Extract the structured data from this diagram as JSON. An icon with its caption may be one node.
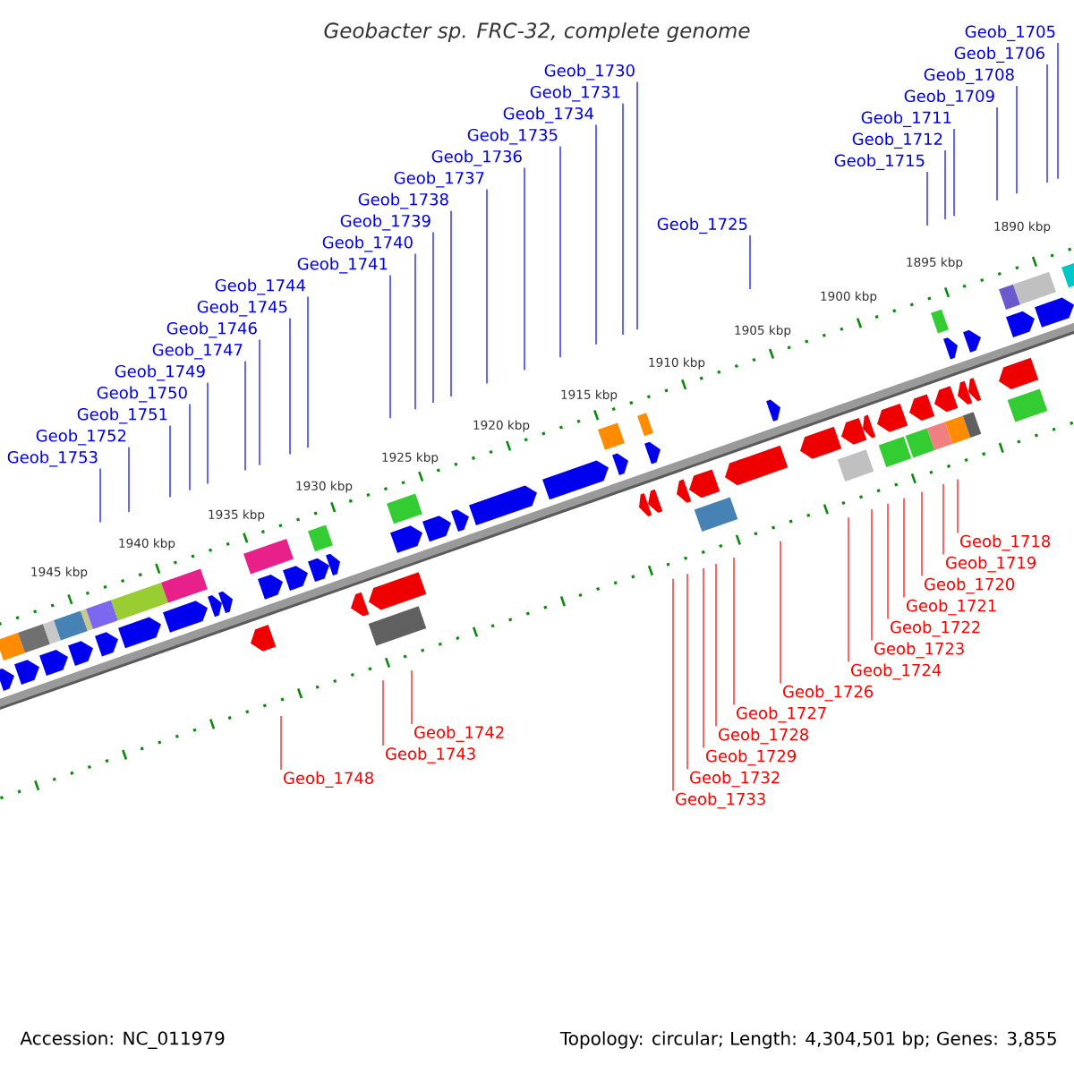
{
  "diagram": {
    "title": "Geobacter sp. FRC-32, complete genome",
    "nodes": [
      {
        "text": [
          "Geob_1709"
        ]
      },
      {
        "text": [
          "Geob_1706"
        ]
      },
      {
        "text": [
          "Geob_1705"
        ]
      },
      {
        "text": [
          "Geob_1708"
        ]
      },
      {
        "text": [
          "Geob_1711"
        ]
      },
      {
        "text": [
          "Geob_1712"
        ]
      },
      {
        "text": [
          "Geob_1715"
        ]
      },
      {
        "text": [
          "Geob_1735"
        ]
      },
      {
        "text": [
          "Geob_1725"
        ]
      },
      {
        "text": [
          "Geob_1731"
        ]
      },
      {
        "text": [
          "Geob_1740"
        ]
      },
      {
        "text": [
          "Geob_1730"
        ]
      },
      {
        "text": [
          "Geob_1737"
        ]
      },
      {
        "text": [
          "Geob_1747"
        ]
      },
      {
        "text": [
          "Geob_1734"
        ]
      },
      {
        "text": [
          "Geob_1739"
        ]
      },
      {
        "text": [
          "Geob_1736"
        ]
      },
      {
        "text": [
          "Geob_1746"
        ]
      },
      {
        "text": [
          "Geob_1738"
        ]
      },
      {
        "text": [
          "Geob_1752"
        ]
      },
      {
        "text": [
          "Geob_1744"
        ]
      },
      {
        "text": [
          "Geob_1749"
        ]
      },
      {
        "text": [
          "Geob_1741"
        ]
      },
      {
        "text": [
          "Geob_1745"
        ]
      },
      {
        "text": [
          "Geob_1751"
        ]
      },
      {
        "text": [
          "Geob_1750"
        ]
      },
      {
        "text": [
          "Geob_1753"
        ]
      },
      {
        "text": [
          "Geob_1724"
        ]
      },
      {
        "text": [
          "Geob_1718"
        ]
      },
      {
        "text": [
          "Geob_1719"
        ]
      },
      {
        "text": [
          "Geob_1728"
        ]
      },
      {
        "text": [
          "Geob_1720"
        ]
      },
      {
        "text": [
          "Geob_1726"
        ]
      },
      {
        "text": [
          "Geob_1729"
        ]
      },
      {
        "text": [
          "Geob_1721"
        ]
      },
      {
        "text": [
          "Geob_1732"
        ]
      },
      {
        "text": [
          "Geob_1727"
        ]
      },
      {
        "text": [
          "Geob_1733"
        ]
      },
      {
        "text": [
          "Geob_1722"
        ]
      },
      {
        "text": [
          "Geob_1742"
        ]
      },
      {
        "text": [
          "Geob_1723"
        ]
      },
      {
        "text": [
          "Geob_1743"
        ]
      },
      {
        "text": [
          "Geob_1748"
        ]
      }
    ],
    "edges": [
      {
        "from": 0,
        "to": null,
        "arrow": "none"
      },
      {
        "from": 1,
        "to": null,
        "arrow": "none"
      },
      {
        "from": 2,
        "to": null,
        "arrow": "none"
      },
      {
        "from": 3,
        "to": null,
        "arrow": "none"
      },
      {
        "from": 4,
        "to": null,
        "arrow": "none"
      },
      {
        "from": 5,
        "to": null,
        "arrow": "none"
      },
      {
        "from": 6,
        "to": null,
        "arrow": "none"
      },
      {
        "from": 7,
        "to": null,
        "arrow": "none"
      },
      {
        "from": 8,
        "to": null,
        "arrow": "none"
      },
      {
        "from": 9,
        "to": null,
        "arrow": "none"
      },
      {
        "from": 10,
        "to": null,
        "arrow": "none"
      },
      {
        "from": 11,
        "to": null,
        "arrow": "none"
      },
      {
        "from": 12,
        "to": null,
        "arrow": "none"
      },
      {
        "from": 13,
        "to": null,
        "arrow": "none"
      },
      {
        "from": 14,
        "to": null,
        "arrow": "none"
      },
      {
        "from": 15,
        "to": null,
        "arrow": "none"
      },
      {
        "from": 16,
        "to": null,
        "arrow": "none"
      },
      {
        "from": 17,
        "to": null,
        "arrow": "none"
      },
      {
        "from": 18,
        "to": null,
        "arrow": "none"
      },
      {
        "from": 19,
        "to": null,
        "arrow": "none"
      },
      {
        "from": 20,
        "to": null,
        "arrow": "none"
      },
      {
        "from": 21,
        "to": null,
        "arrow": "none"
      },
      {
        "from": 22,
        "to": null,
        "arrow": "none"
      },
      {
        "from": 23,
        "to": null,
        "arrow": "none"
      },
      {
        "from": 24,
        "to": null,
        "arrow": "none"
      },
      {
        "from": 25,
        "to": null,
        "arrow": "none"
      },
      {
        "from": 26,
        "to": null,
        "arrow": "none"
      },
      {
        "from": 27,
        "to": null,
        "arrow": "none",
        "color": "#ff0000"
      },
      {
        "from": 28,
        "to": null,
        "arrow": "none",
        "color": "#ff0000"
      },
      {
        "from": 29,
        "to": null,
        "arrow": "none",
        "color": "#ff0000"
      },
      {
        "from": 30,
        "to": null,
        "arrow": "none",
        "color": "#ff0000"
      },
      {
        "from": 31,
        "to": null,
        "arrow": "none",
        "color": "#ff0000"
      },
      {
        "from": 32,
        "to": null,
        "arrow": "none",
        "color": "#ff0000"
      },
      {
        "from": 33,
        "to": null,
        "arrow": "none",
        "color": "#ff0000"
      },
      {
        "from": 34,
        "to": null,
        "arrow": "none",
        "color": "#ff0000"
      },
      {
        "from": 35,
        "to": null,
        "arrow": "none",
        "color": "#ff0000"
      },
      {
        "from": 36,
        "to": null,
        "arrow": "none",
        "color": "#ff0000"
      },
      {
        "from": 37,
        "to": null,
        "arrow": "none",
        "color": "#ff0000"
      },
      {
        "from": 38,
        "to": null,
        "arrow": "none",
        "color": "#ff0000"
      },
      {
        "from": 39,
        "to": null,
        "arrow": "none",
        "color": "#ff0000"
      },
      {
        "from": 40,
        "to": null,
        "arrow": "none",
        "color": "#ff0000"
      },
      {
        "from": 41,
        "to": null,
        "arrow": "none",
        "color": "#ff0000"
      },
      {
        "from": 42,
        "to": null,
        "arrow": "none",
        "color": "#ff0000"
      }
    ],
    "labels": [
      "1890 kbp",
      "1895 kbp",
      "1900 kbp",
      "1905 kbp",
      "1910 kbp",
      "1915 kbp",
      "1920 kbp",
      "1925 kbp",
      "1930 kbp",
      "1935 kbp",
      "1940 kbp",
      "1945 kbp",
      "Accession: NC_011979",
      "Topology: circular; Length: 4,304,501 bp; Genes: 3,855"
    ]
  }
}
